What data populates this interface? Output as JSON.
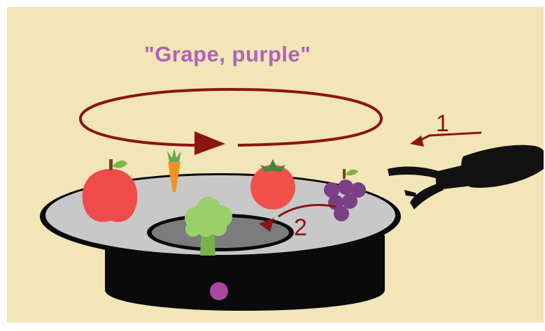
{
  "caption": {
    "text": "\"Grape, purple\""
  },
  "steps": {
    "one": "1",
    "two": "2"
  },
  "colors": {
    "background": "#f2e5b8",
    "caption": "#b062b8",
    "arrow": "#8b1414",
    "turntable_top": "#c8c8c8",
    "turntable_base": "#0a0a0a",
    "indicator": "#a64aa6",
    "apple": "#ef4b4b",
    "tomato": "#f0524a",
    "carrot": "#f0931e",
    "grape": "#7b3f86",
    "broccoli": "#9ad06a",
    "gripper": "#111111"
  },
  "items": [
    "apple",
    "carrot",
    "tomato",
    "grape",
    "broccoli"
  ]
}
